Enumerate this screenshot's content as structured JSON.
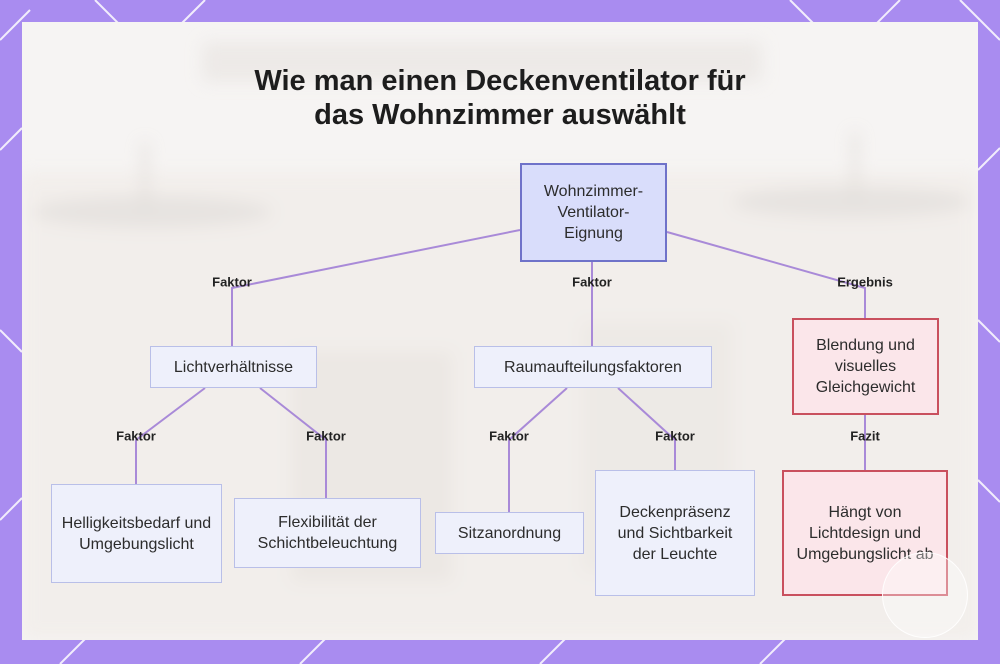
{
  "title_line1": "Wie man einen Deckenventilator für",
  "title_line2": "das Wohnzimmer auswählt",
  "nodes": {
    "root": "Wohnzimmer-Ventilator-Eignung",
    "light": "Lichtverhältnisse",
    "space": "Raumaufteilungsfaktoren",
    "glare": "Blendung und visuelles Gleichgewicht",
    "brightness": "Helligkeitsbedarf und Umgebungslicht",
    "layering": "Flexibilität der Schichtbeleuchtung",
    "seating": "Sitzanordnung",
    "ceiling": "Deckenpräsenz und Sichtbarkeit der Leuchte",
    "conclusion": "Hängt von Lichtdesign und Umgebungslicht ab"
  },
  "edge_labels": {
    "root_light": "Faktor",
    "root_space": "Faktor",
    "root_glare": "Ergebnis",
    "light_brightness": "Faktor",
    "light_layering": "Faktor",
    "space_seating": "Faktor",
    "space_ceiling": "Faktor",
    "glare_conclusion": "Fazit"
  },
  "colors": {
    "frame": "#a98cf0",
    "line": "#a98ad8",
    "root_fill": "#d9ddfb",
    "node_fill": "#eef0fb",
    "result_fill": "#fbe6ea",
    "result_border": "#c9505e"
  }
}
